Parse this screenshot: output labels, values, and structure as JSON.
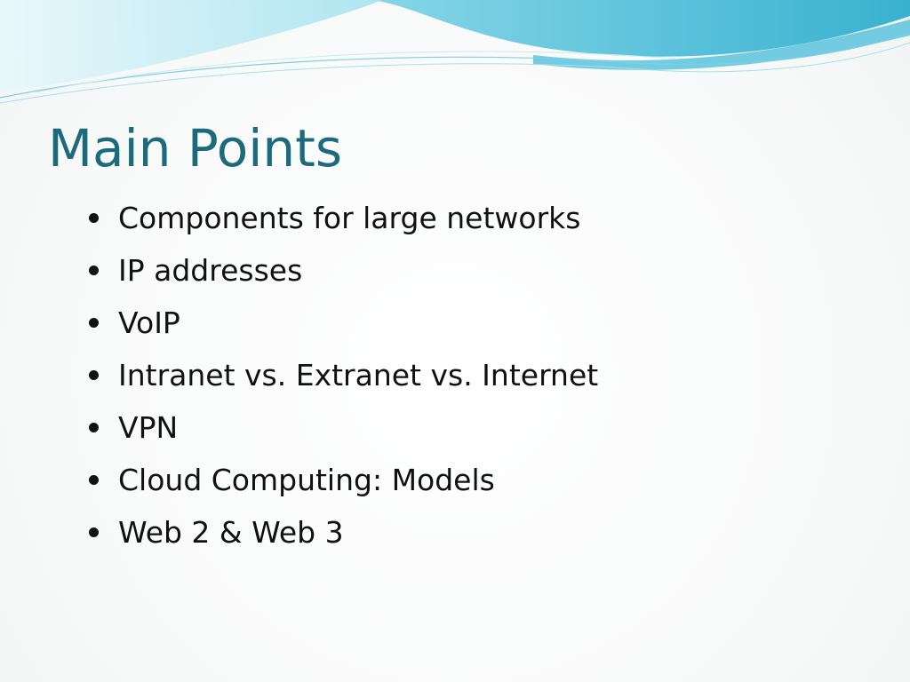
{
  "slide": {
    "title": "Main Points",
    "bullets": [
      "Components for large networks",
      "IP addresses",
      "VoIP",
      "Intranet vs. Extranet vs. Internet",
      "VPN",
      "Cloud Computing: Models",
      "Web 2 & Web 3"
    ]
  },
  "colors": {
    "title": "#1c6b7c",
    "wave_light": "#bfe9f2",
    "wave_mid": "#7fd3e6",
    "wave_dark": "#2aa7c6",
    "background": "#fbfcfc"
  }
}
